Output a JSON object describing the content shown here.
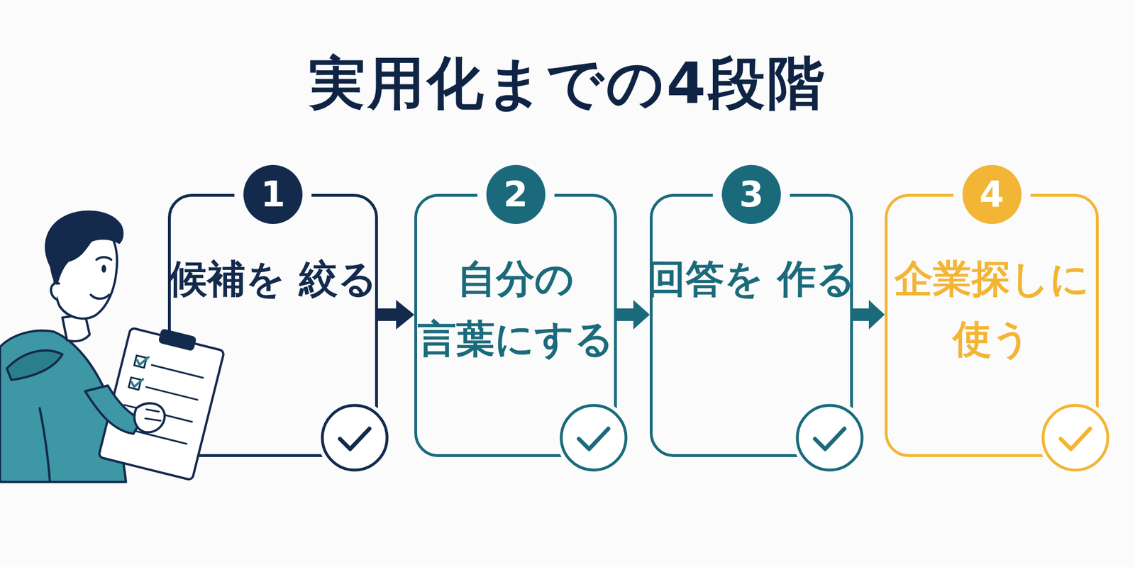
{
  "diagram": {
    "title": "実用化までの4段階",
    "nodes": [
      {
        "text": [
          "1",
          "候補を 絞る"
        ]
      },
      {
        "text": [
          "2",
          "自分の 言葉にする"
        ]
      },
      {
        "text": [
          "3",
          "回答を 作る"
        ]
      },
      {
        "text": [
          "4",
          "企業探しに 使う"
        ]
      }
    ],
    "edges": [
      {
        "from": 0,
        "to": 1,
        "arrow": "to"
      },
      {
        "from": 1,
        "to": 2,
        "arrow": "to"
      },
      {
        "from": 2,
        "to": 3,
        "arrow": "to"
      }
    ]
  }
}
